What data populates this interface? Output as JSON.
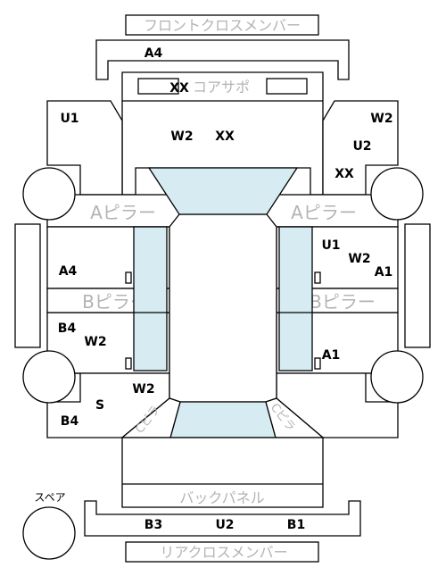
{
  "panels": {
    "front_cross_member": "フロントクロスメンバー",
    "core_support": "コアサポ",
    "a_pillar_left": "Aピラー",
    "a_pillar_right": "Aピラー",
    "b_pillar_left": "Bピラー",
    "b_pillar_right": "Bピラー",
    "back_panel": "バックパネル",
    "rear_cross_member": "リアクロスメンバー",
    "c_pillar_left": "Cピラ",
    "c_pillar_right": "Cピラ",
    "spare": "スペア"
  },
  "codes": {
    "front_member": "A4",
    "core_support_mark": "XX",
    "fl_fender": "U1",
    "hood_1": "W2",
    "hood_2": "XX",
    "fr_fender_1": "W2",
    "fr_fender_2": "U2",
    "fr_fender_3": "XX",
    "fl_door": "A4",
    "rl_door_1": "B4",
    "rl_door_2": "W2",
    "rl_qtr_1": "W2",
    "rl_qtr_2": "S",
    "rl_qtr_3": "B4",
    "fr_door_1": "U1",
    "fr_door_2": "W2",
    "fr_door_3": "A1",
    "rr_door": "A1",
    "rear_member_1": "B3",
    "rear_member_2": "U2",
    "rear_member_3": "B1"
  }
}
